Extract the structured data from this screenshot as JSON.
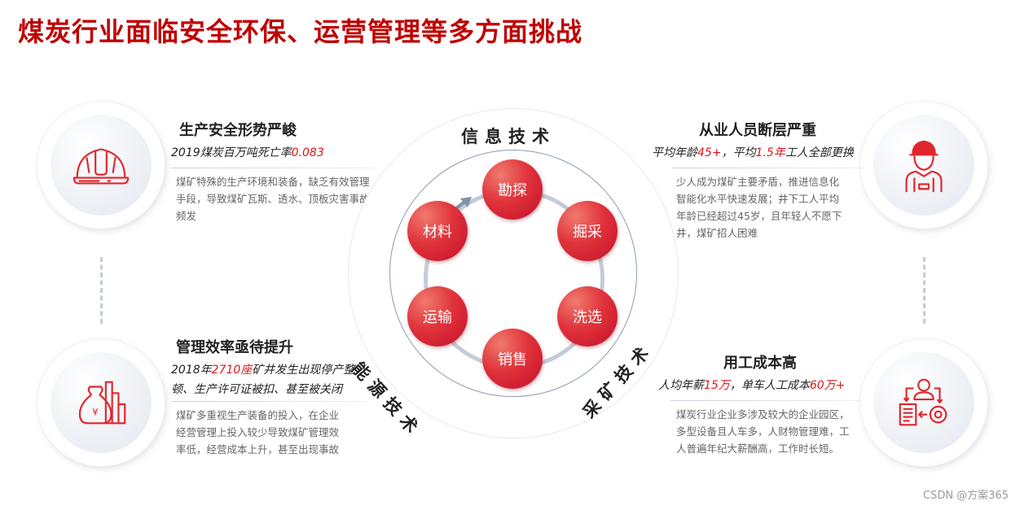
{
  "title": "煤炭行业面临安全环保、运营管理等多方面挑战",
  "cards": [
    {
      "id": "safety",
      "icon": "hard-hat-icon",
      "title": "生产安全形势严峻",
      "subtitle_parts": [
        {
          "text": "2019煤炭百万吨死亡率",
          "highlight": false
        },
        {
          "text": "0.083",
          "highlight": true
        }
      ],
      "description": "煤矿特殊的生产环境和装备，缺乏有效管理手段，导致煤矿瓦斯、透水、顶板灾害事故频发"
    },
    {
      "id": "efficiency",
      "icon": "money-bag-chart-icon",
      "title": "管理效率亟待提升",
      "subtitle_parts": [
        {
          "text": "2018年",
          "highlight": false
        },
        {
          "text": "2710座",
          "highlight": true
        },
        {
          "text": "矿井发生出现停产整顿、生产许可证被扣、甚至被关闭",
          "highlight": false
        }
      ],
      "description": "煤矿多重视生产装备的投入，在企业经营管理上投入较少导致煤矿管理效率低，经营成本上升，甚至出现事故"
    },
    {
      "id": "workforce",
      "icon": "worker-icon",
      "title": "从业人员断层严重",
      "subtitle_parts": [
        {
          "text": "平均年龄",
          "highlight": false
        },
        {
          "text": "45+",
          "highlight": true
        },
        {
          "text": "，平均",
          "highlight": false
        },
        {
          "text": "1.5年",
          "highlight": true
        },
        {
          "text": "工人全部更换",
          "highlight": false
        }
      ],
      "description": "少人成为煤矿主要矛盾，推进信息化智能化水平快速发展；井下工人平均年龄已经超过45岁，且年轻人不愿下井，煤矿招人困难"
    },
    {
      "id": "labor-cost",
      "icon": "workflow-person-gear-icon",
      "title": "用工成本高",
      "subtitle_parts": [
        {
          "text": "人均年薪",
          "highlight": false
        },
        {
          "text": "15万",
          "highlight": true
        },
        {
          "text": "，单车人工成本",
          "highlight": false
        },
        {
          "text": "60万+",
          "highlight": true
        }
      ],
      "description": "煤炭行业企业多涉及较大的企业园区，多型设备且人车多，人财物管理难，工人普遍年纪大薪酬高，工作时长短。"
    }
  ],
  "diagram": {
    "ring_labels": [
      "信息技术",
      "能源技术",
      "采矿技术"
    ],
    "nodes": [
      "勘探",
      "掘采",
      "洗选",
      "销售",
      "运输",
      "材料"
    ]
  },
  "colors": {
    "title": "#c00000",
    "highlight": "#e0161b",
    "node": "#d9252e",
    "icon": "#e0262c"
  },
  "watermark": "CSDN @方案365"
}
